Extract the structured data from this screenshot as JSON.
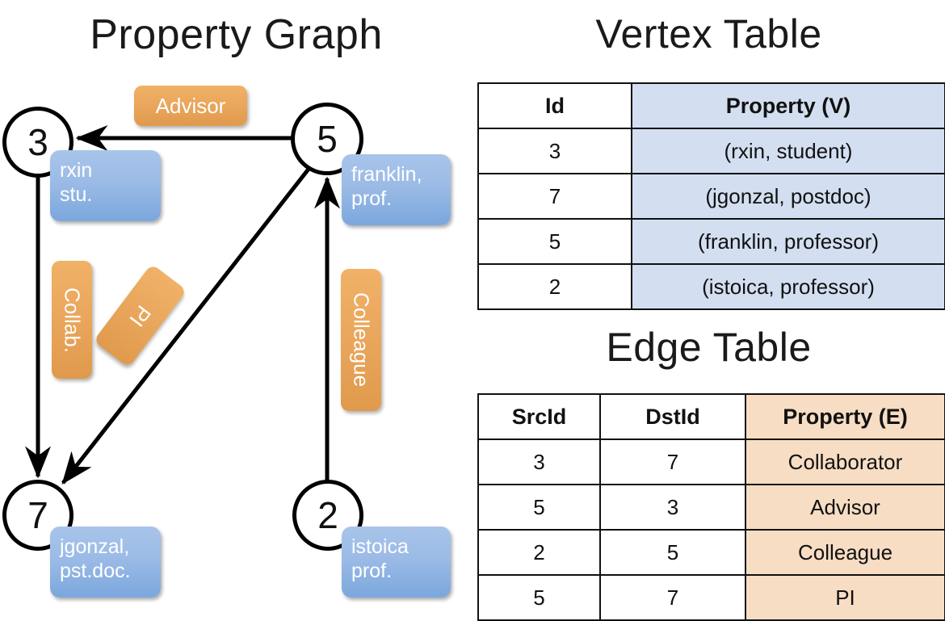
{
  "graph": {
    "title": "Property Graph",
    "vertices": [
      {
        "id": "3",
        "property": "rxin\nstu."
      },
      {
        "id": "5",
        "property": "franklin,\nprof."
      },
      {
        "id": "7",
        "property": "jgonzal,\npst.doc."
      },
      {
        "id": "2",
        "property": "istoica\nprof."
      }
    ],
    "edge_labels": {
      "advisor": "Advisor",
      "collab": "Collab.",
      "pi": "PI",
      "colleague": "Colleague"
    }
  },
  "vertex_table": {
    "title": "Vertex Table",
    "headers": [
      "Id",
      "Property (V)"
    ],
    "rows": [
      [
        "3",
        "(rxin, student)"
      ],
      [
        "7",
        "(jgonzal, postdoc)"
      ],
      [
        "5",
        "(franklin, professor)"
      ],
      [
        "2",
        "(istoica, professor)"
      ]
    ]
  },
  "edge_table": {
    "title": "Edge Table",
    "headers": [
      "SrcId",
      "DstId",
      "Property (E)"
    ],
    "rows": [
      [
        "3",
        "7",
        "Collaborator"
      ],
      [
        "5",
        "3",
        "Advisor"
      ],
      [
        "2",
        "5",
        "Colleague"
      ],
      [
        "5",
        "7",
        "PI"
      ]
    ]
  },
  "colors": {
    "vertex_property_blue": "#9bbbe6",
    "edge_label_orange": "#eaa75d",
    "vertex_table_highlight": "#d3dff1",
    "edge_table_highlight": "#f7ddc3",
    "stroke": "#000000"
  }
}
